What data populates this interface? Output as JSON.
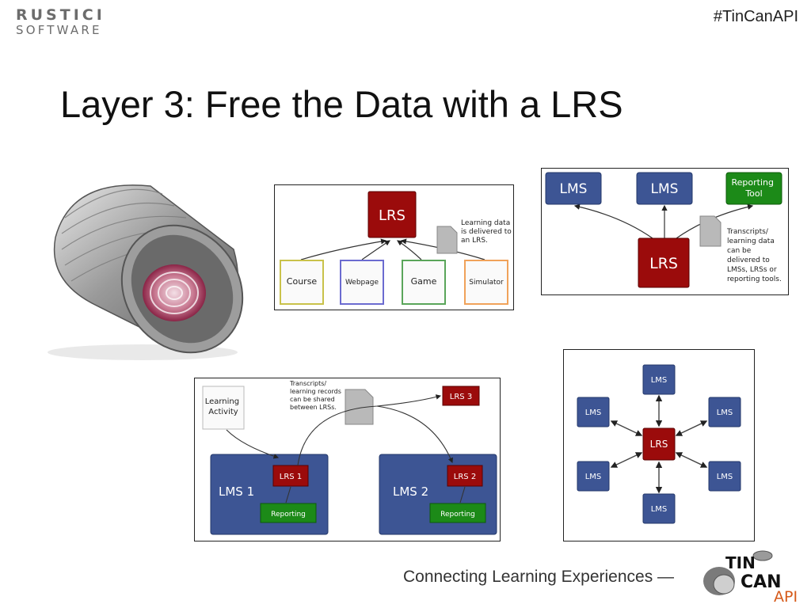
{
  "header": {
    "logo_line1": "RUSTICI",
    "logo_line2": "SOFTWARE",
    "hashtag": "#TinCanAPI"
  },
  "title": "Layer 3: Free the Data with a LRS",
  "footer": {
    "tagline": "Connecting Learning Experiences —",
    "logo_tin": "TIN",
    "logo_can": "CAN",
    "logo_api": "API"
  },
  "colors": {
    "lrs_red": "#9b0b0b",
    "lms_blue": "#3d5594",
    "reporting_green": "#1c8a18",
    "doc_gray": "#b9b9b9",
    "course_border": "#c9c24a",
    "webpage_border": "#6b6bd0",
    "game_border": "#5aa55a",
    "simulator_border": "#f0a25a"
  },
  "diagram_sources": {
    "lrs_label": "LRS",
    "note_lines": [
      "Learning data",
      "is delivered to",
      "an LRS."
    ],
    "sources": [
      "Course",
      "Webpage",
      "Game",
      "Simulator"
    ]
  },
  "diagram_outputs": {
    "targets": [
      "LMS",
      "LMS"
    ],
    "reporting_lines": [
      "Reporting",
      "Tool"
    ],
    "lrs_label": "LRS",
    "note_lines": [
      "Transcripts/",
      "learning data",
      "can be",
      "delivered to",
      "LMSs, LRSs or",
      "reporting tools."
    ]
  },
  "diagram_sharing": {
    "activity_lines": [
      "Learning",
      "Activity"
    ],
    "note_lines": [
      "Transcripts/",
      "learning records",
      "can be shared",
      "between LRSs."
    ],
    "lrs3_label": "LRS 3",
    "lms1_label": "LMS 1",
    "lrs1_label": "LRS 1",
    "reporting1_label": "Reporting",
    "lms2_label": "LMS 2",
    "lrs2_label": "LRS 2",
    "reporting2_label": "Reporting"
  },
  "diagram_hub": {
    "hub_label": "LRS",
    "spokes": [
      "LMS",
      "LMS",
      "LMS",
      "LMS",
      "LMS",
      "LMS"
    ]
  }
}
